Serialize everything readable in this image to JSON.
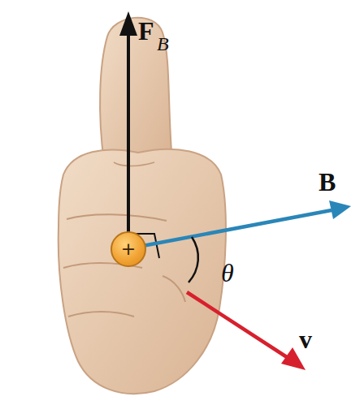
{
  "diagram": {
    "nodes": [
      {
        "text": [
          "+"
        ]
      }
    ],
    "labels": [
      "F",
      "B",
      "B",
      "θ",
      "v"
    ]
  }
}
